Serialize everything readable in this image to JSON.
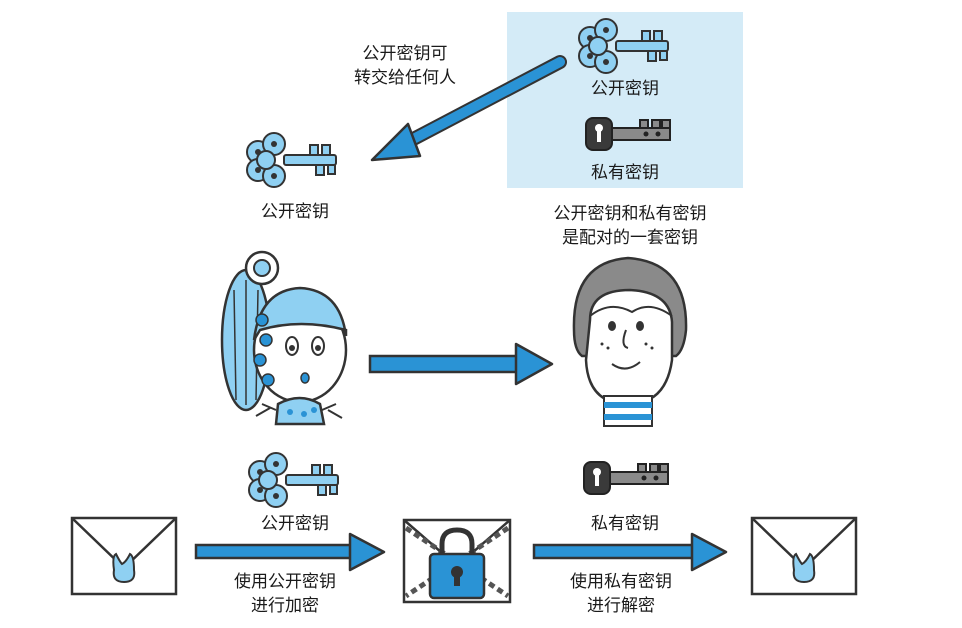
{
  "labels": {
    "give_public_key_line1": "公开密钥可",
    "give_public_key_line2": "转交给任何人",
    "box_public_key": "公开密钥",
    "box_private_key": "私有密钥",
    "left_public_key": "公开密钥",
    "pair_line1": "公开密钥和私有密钥",
    "pair_line2": "是配对的一套密钥",
    "bottom_public_key": "公开密钥",
    "bottom_private_key": "私有密钥",
    "encrypt_line1": "使用公开密钥",
    "encrypt_line2": "进行加密",
    "decrypt_line1": "使用私有密钥",
    "decrypt_line2": "进行解密"
  },
  "colors": {
    "accent_blue": "#2a93d5",
    "light_blue": "#8fd0f2",
    "box_bg": "#d4ebf7",
    "dark_key": "#3a3a3a",
    "outline": "#333333"
  },
  "icons": [
    "public-key-icon",
    "private-key-icon",
    "envelope-icon",
    "locked-envelope-icon",
    "padlock-icon",
    "girl-sender-icon",
    "boy-receiver-icon",
    "arrow-icon"
  ]
}
